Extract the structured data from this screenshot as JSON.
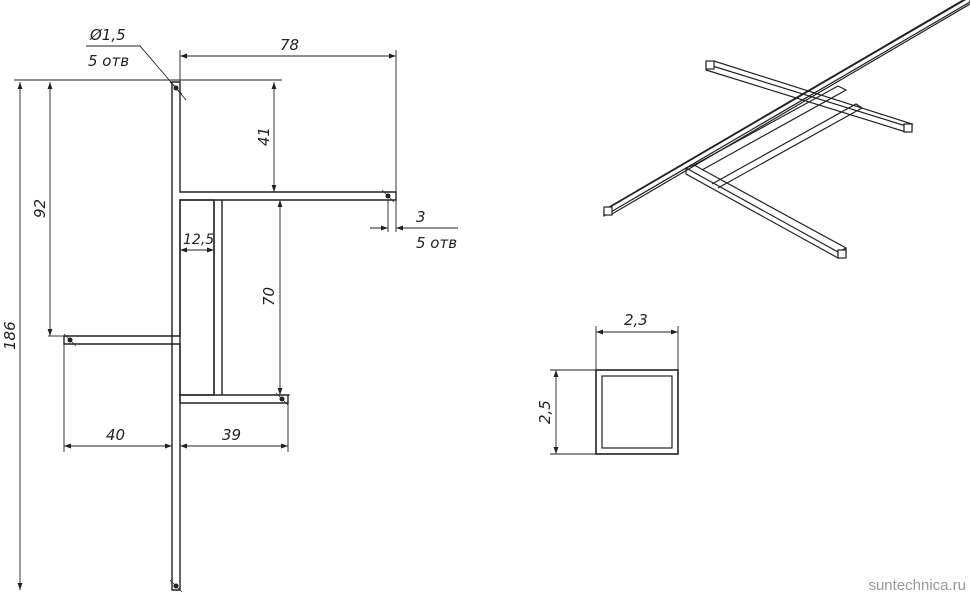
{
  "colors": {
    "line": "#222222",
    "background": "#ffffff",
    "watermark": "#9a9a9a"
  },
  "front_view": {
    "dimensions": {
      "hole_diameter": "Ø1,5",
      "hole_count_top": "5 отв",
      "width_top": "78",
      "height_41": "41",
      "height_92": "92",
      "height_186": "186",
      "gap_12_5": "12,5",
      "height_70": "70",
      "offset_3": "3",
      "hole_count_right": "5 отв",
      "width_40": "40",
      "width_39": "39"
    }
  },
  "section_view": {
    "dimensions": {
      "width": "2,3",
      "height": "2,5"
    }
  },
  "watermark": "suntechnica.ru"
}
